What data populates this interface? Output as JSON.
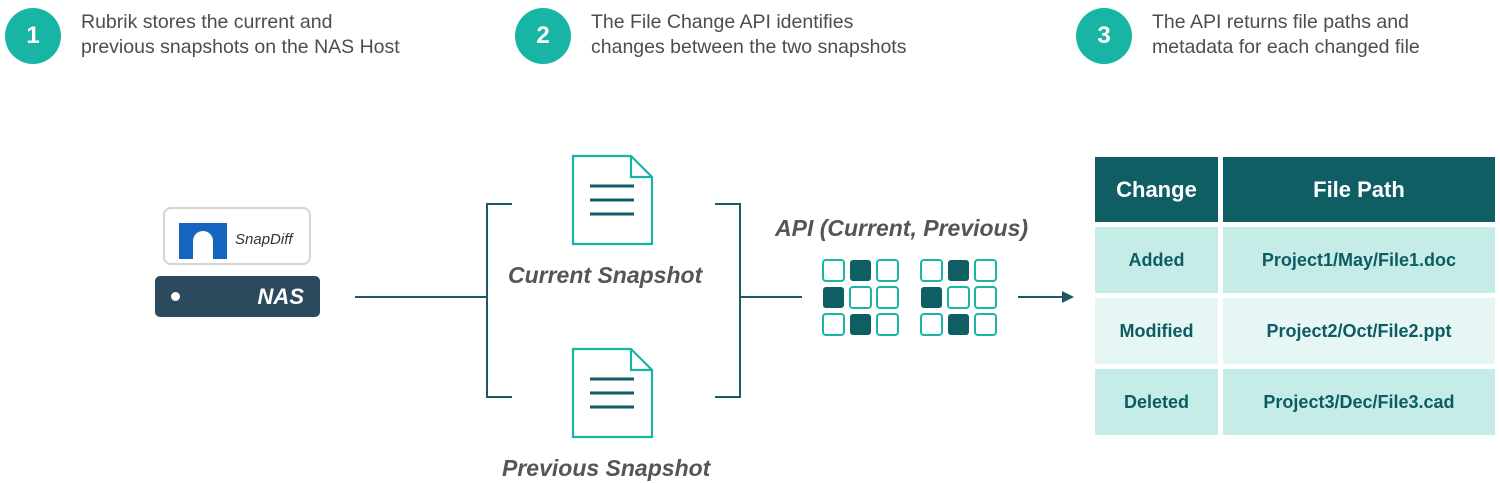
{
  "steps": [
    {
      "num": "1",
      "line1": "Rubrik stores the current and",
      "line2": "previous snapshots on the NAS Host"
    },
    {
      "num": "2",
      "line1": "The File Change API identifies",
      "line2": "changes between the two snapshots"
    },
    {
      "num": "3",
      "line1": "The API returns file paths and",
      "line2": "metadata for each changed file"
    }
  ],
  "nas": {
    "snapdiff_label": "SnapDiff",
    "label": "NAS"
  },
  "snapshots": {
    "current": "Current Snapshot",
    "previous": "Previous Snapshot"
  },
  "api_label": "API (Current, Previous)",
  "colors": {
    "accent": "#18b4a4",
    "dark_teal": "#0e5e64",
    "line": "#1e5a66",
    "nas": "#2c4a5e"
  },
  "table": {
    "headers": [
      "Change",
      "File Path"
    ],
    "rows": [
      {
        "change": "Added",
        "path": "Project1/May/File1.doc"
      },
      {
        "change": "Modified",
        "path": "Project2/Oct/File2.ppt"
      },
      {
        "change": "Deleted",
        "path": "Project3/Dec/File3.cad"
      }
    ]
  }
}
